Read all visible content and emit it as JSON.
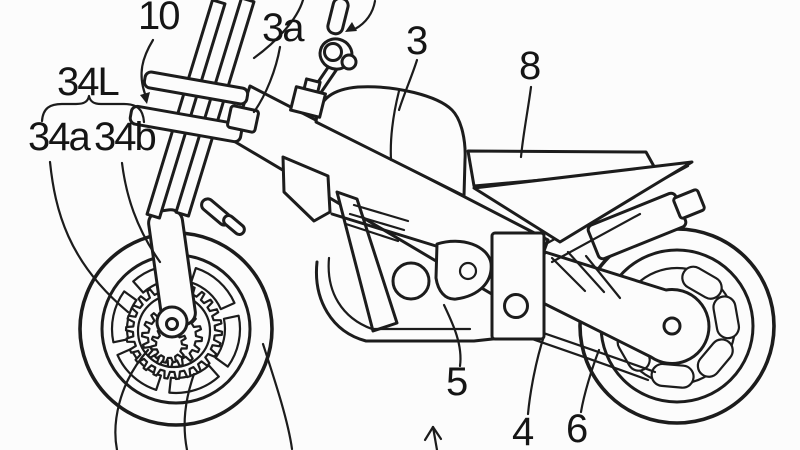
{
  "figure": {
    "title": "Motorcycle patent line drawing",
    "description": "Side view of a motorcycle with in-wheel hub motor on the front wheel, labeled with patent reference numerals",
    "labels": {
      "ref_10": "10",
      "ref_3a": "3a",
      "ref_3": "3",
      "ref_8": "8",
      "ref_34L": "34L",
      "ref_34a": "34a",
      "ref_34b": "34b",
      "ref_5": "5",
      "ref_4": "4",
      "ref_6": "6"
    },
    "colors": {
      "line": "#1c1c1c",
      "background": "#fcfcfc"
    }
  }
}
